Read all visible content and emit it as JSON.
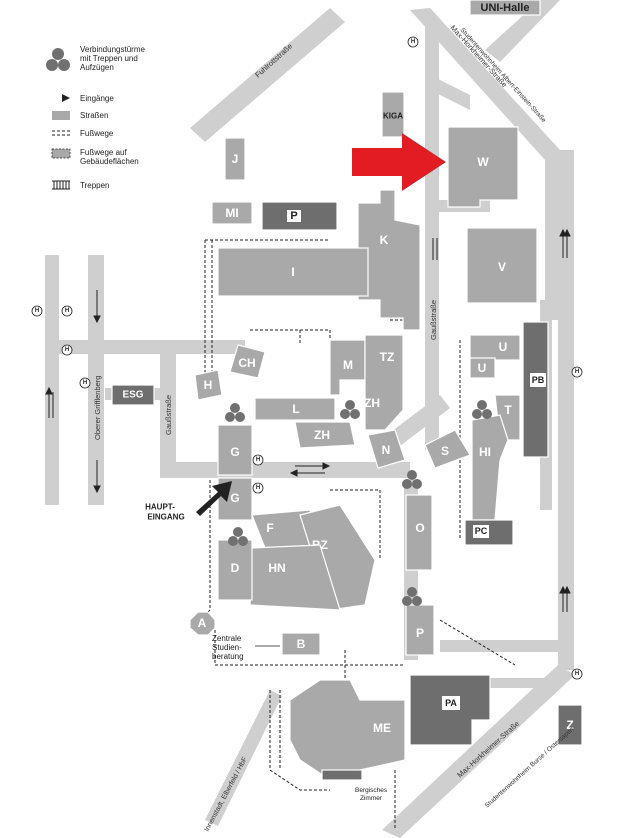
{
  "legend": {
    "towers": "Verbindungstürme mit Treppen und Aufzügen",
    "entrances": "Eingänge",
    "streets": "Straßen",
    "footpaths": "Fußwege",
    "footpaths_buildings": "Fußwege auf Gebäudeflächen",
    "stairs": "Treppen"
  },
  "buildings": {
    "uni_halle": "UNI-Halle",
    "j": "J",
    "mi": "MI",
    "p": "P",
    "kiga": "KIGA",
    "w": "W",
    "k": "K",
    "v": "V",
    "i": "I",
    "ch": "CH",
    "h": "H",
    "m": "M",
    "tz": "TZ",
    "u1": "U",
    "u2": "U",
    "pb": "PB",
    "esg": "ESG",
    "l": "L",
    "zh1": "ZH",
    "zh2": "ZH",
    "t": "T",
    "hi": "HI",
    "n": "N",
    "s": "S",
    "g1": "G",
    "g2": "G",
    "f": "F",
    "bz": "BZ",
    "pc": "PC",
    "o": "O",
    "d": "D",
    "hn": "HN",
    "a": "A",
    "p2": "P",
    "b": "B",
    "me": "ME",
    "pa": "PA",
    "z": "Z"
  },
  "labels": {
    "haupteingang_1": "HAUPT-",
    "haupteingang_2": "EINGANG",
    "studienberatung_1": "Zentrale",
    "studienberatung_2": "Studien-",
    "studienberatung_3": "beratung",
    "bergisches_1": "Bergisches",
    "bergisches_2": "Zimmer",
    "h_symbol": "H"
  },
  "streets": {
    "fuhlrottstrasse": "Fuhlrottstraße",
    "studentenwohnheim_albert": "Studentenwohnheim Albert-Einstein-Straße",
    "max_horkheimer_top": "Max-Horkheimer-Straße",
    "gaussstrasse_right": "Gaußstraße",
    "gaussstrasse_left": "Gaußstraße",
    "oberer_grifflenberg": "Oberer Grifflenberg",
    "innenstadt": "Innenstadt, Elberfeld / HbF",
    "max_horkheimer_bottom": "Max-Horkheimer-Straße",
    "studentenwohnheim_burgholz": "Studentenwohnheim Burse / Ostersapen"
  },
  "colors": {
    "street": "#cfcfcf",
    "building": "#a9a9a9",
    "building_dark": "#6e6e6e",
    "highlight_arrow": "#e31b23",
    "entrance_arrow": "#222222"
  }
}
